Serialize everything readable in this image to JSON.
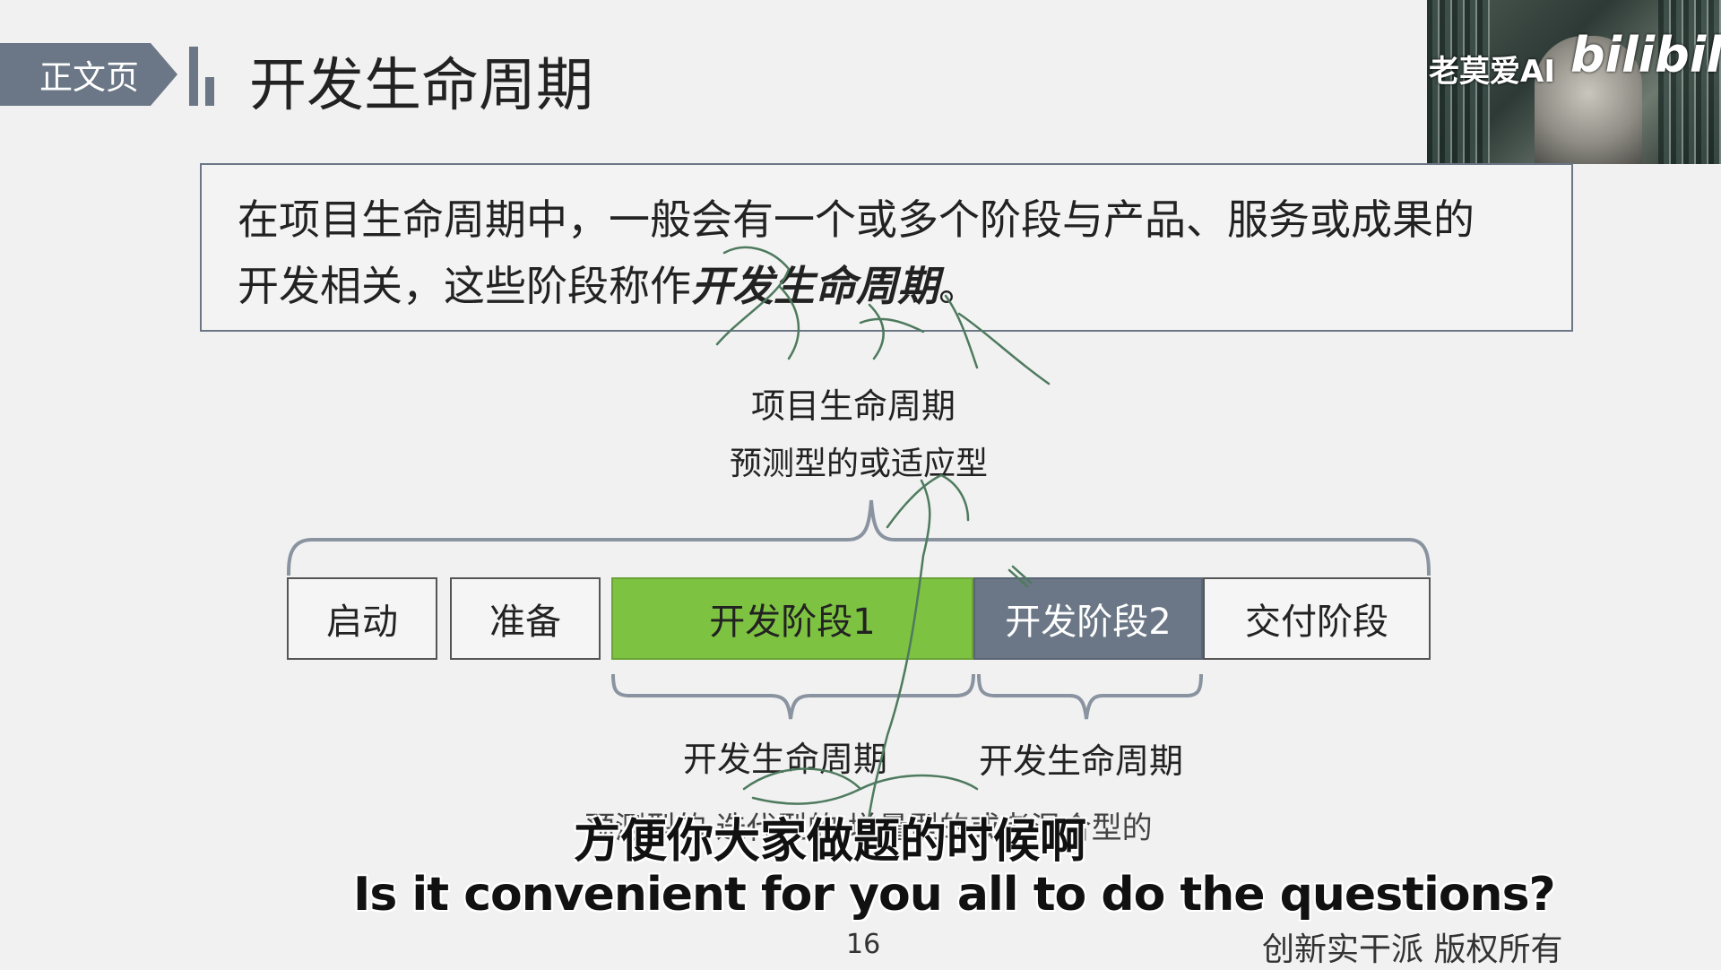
{
  "header": {
    "tag": "正文页",
    "title": "开发生命周期"
  },
  "video_overlay": {
    "channel_text": "老莫爱AI",
    "logo_text": "bilibili"
  },
  "definition": {
    "line1": "在项目生命周期中，一般会有一个或多个阶段与产品、服务或成果的",
    "line2_prefix": "开发相关，这些阶段称作",
    "emphasis": "开发生命周期",
    "end": "。"
  },
  "diagram": {
    "top_label": "项目生命周期",
    "top_sublabel": "预测型的或适应型",
    "phases": [
      "启动",
      "准备",
      "开发阶段1",
      "开发阶段2",
      "交付阶段"
    ],
    "bottom_label_1": "开发生命周期",
    "bottom_label_2": "开发生命周期",
    "partial_bottom_text": "预测型的  迭代型的  增量型的或者混合型的"
  },
  "subtitles": {
    "zh": "方便你大家做题的时候啊",
    "en": "Is it convenient for you all to do the questions?"
  },
  "footer": {
    "page_number": "16",
    "copyright": "创新实干派  版权所有"
  },
  "colors": {
    "accent_slate": "#6b7786",
    "accent_green": "#7ec242"
  }
}
